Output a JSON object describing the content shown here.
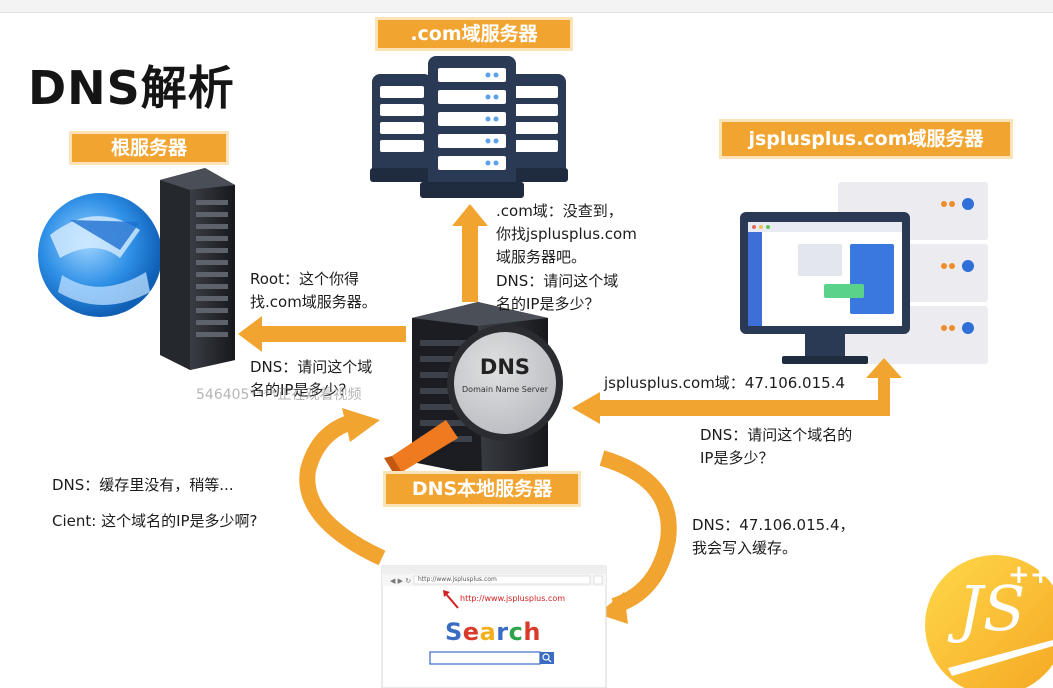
{
  "title": "DNS解析",
  "labels": {
    "com_server": ".com域服务器",
    "root_server": "根服务器",
    "jsplusplus_server": "jsplusplus.com域服务器",
    "local_dns": "DNS本地服务器"
  },
  "local_dns_lens": {
    "name": "DNS",
    "full_name": "Domain Name Server"
  },
  "messages": {
    "com_reply": [
      ".com域：没查到，",
      "你找jsplusplus.com",
      "域服务器吧。"
    ],
    "to_com_query": [
      "DNS：请问这个域",
      "名的IP是多少？"
    ],
    "root_reply": [
      "Root：这个你得",
      "找.com域服务器。"
    ],
    "to_root_query": [
      "DNS：请问这个域",
      "名的IP是多少？"
    ],
    "js_reply": "jsplusplus.com域：47.106.015.4",
    "to_js_query": [
      "DNS：请问这个域名的",
      "IP是多少？"
    ],
    "cache_wait": "DNS：缓存里没有，稍等...",
    "client_query": "Cient: 这个域名的IP是多少啊?",
    "dns_answer": [
      "DNS：47.106.015.4，",
      "我会写入缓存。"
    ]
  },
  "browser": {
    "address": "http://www.jsplusplus.com",
    "callout": "http://www.jsplusplus.com",
    "search_logo": "Search"
  },
  "watermark": "546405****正在观看视频",
  "logo": {
    "text": "JS",
    "sup": "++"
  },
  "colors": {
    "accent": "#f2a431",
    "arrow": "#f2a431",
    "server_dark": "#2a3a55",
    "server_light": "#ffffff"
  }
}
